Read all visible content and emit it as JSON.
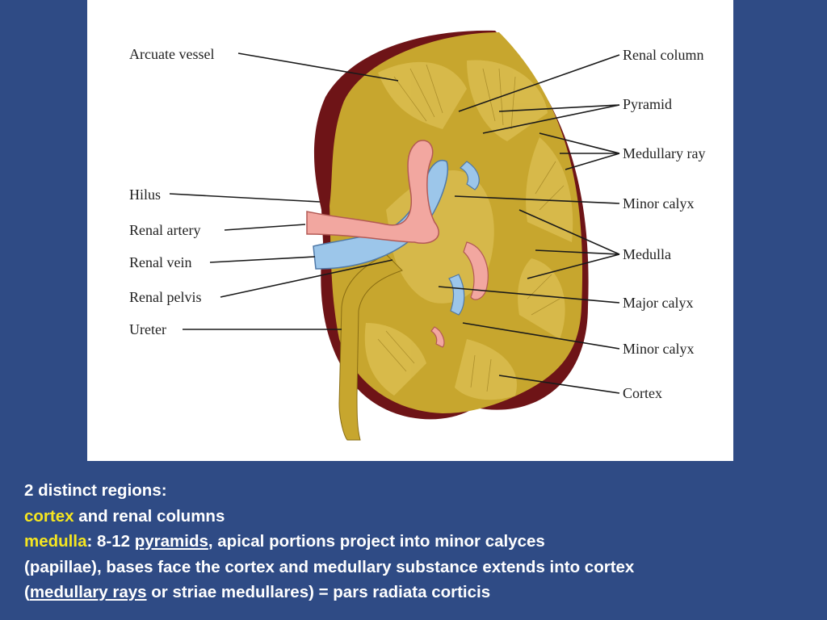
{
  "labels": {
    "arcuate_vessel": "Arcuate vessel",
    "hilus": "Hilus",
    "renal_artery": "Renal artery",
    "renal_vein": "Renal vein",
    "renal_pelvis": "Renal pelvis",
    "ureter": "Ureter",
    "renal_column": "Renal column",
    "pyramid": "Pyramid",
    "medullary_ray": "Medullary ray",
    "minor_calyx_1": "Minor calyx",
    "medulla": "Medulla",
    "major_calyx": "Major calyx",
    "minor_calyx_2": "Minor calyx",
    "cortex": "Cortex"
  },
  "caption": {
    "line1": "2 distinct regions:",
    "line2_term": "cortex",
    "line2_rest": " and renal columns",
    "line3_term": "medulla",
    "line3_a": ": 8-12 ",
    "line3_link": "pyramids",
    "line3_b": ", apical portions project into minor calyces",
    "line4": "(papillae), bases face the cortex and medullary substance extends into cortex",
    "line5_a": "(",
    "line5_link": "medullary rays",
    "line5_b": " or striae medullares) = pars radiata corticis"
  },
  "colors": {
    "background": "#2f4b85",
    "highlight": "#f5e620",
    "capsule": "#6e1417",
    "kidney": "#c7a62e",
    "artery": "#f2a7a0",
    "vein": "#9cc6ea"
  }
}
